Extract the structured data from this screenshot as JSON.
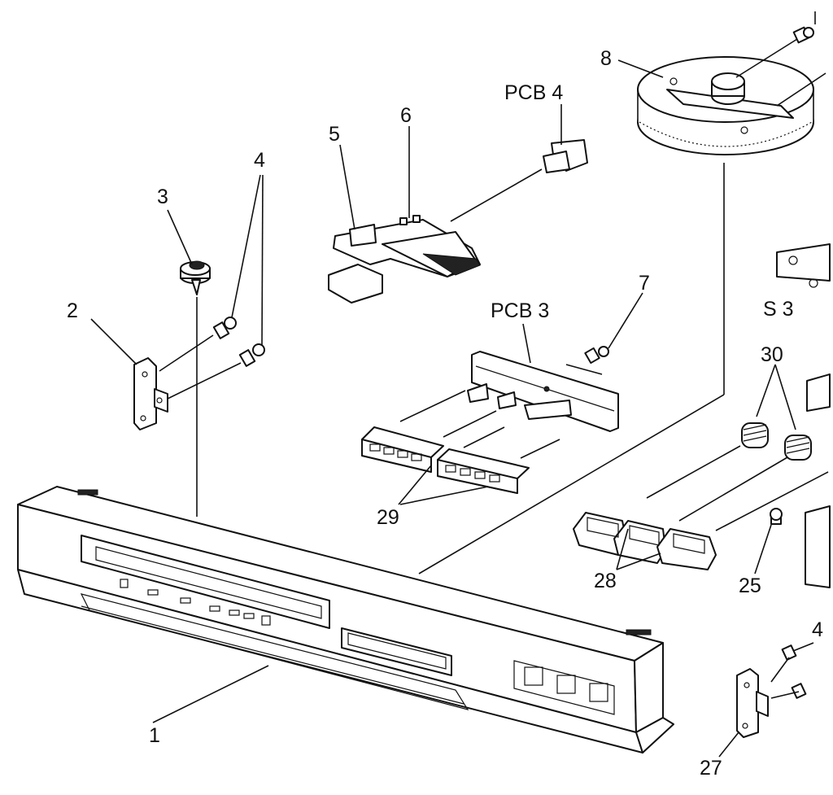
{
  "callouts": {
    "c1": "1",
    "c2": "2",
    "c3": "3",
    "c4": "4",
    "c4b": "4",
    "c5": "5",
    "c6": "6",
    "c7": "7",
    "c8": "8",
    "c25": "25",
    "c27": "27",
    "c28": "28",
    "c29": "29",
    "c30": "30",
    "pcb3": "PCB 3",
    "pcb4": "PCB 4",
    "s3": "S 3"
  }
}
